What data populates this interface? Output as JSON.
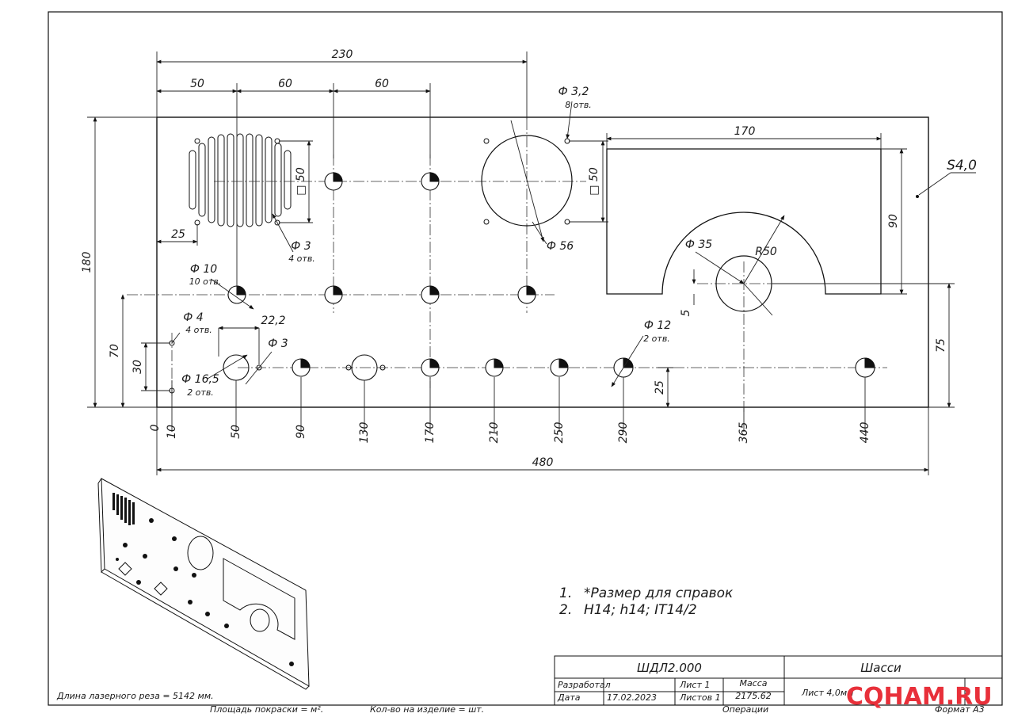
{
  "dims": {
    "d230": "230",
    "d50": "50",
    "d60a": "60",
    "d60b": "60",
    "d170": "170",
    "d480": "480",
    "d180": "180",
    "d70": "70",
    "d30": "30",
    "d90": "90",
    "d75": "75",
    "d25a": "25",
    "d25b": "25",
    "d5": "5",
    "d50sq_a": "□ 50",
    "d50sq_b": "□ 50",
    "d22": "22,2",
    "r50": "R50",
    "s40": "S4,0",
    "phi32": "Ф 3,2",
    "cnt8": "8 отв.",
    "phi3a": "Ф 3",
    "cnt4a": "4 отв.",
    "phi56": "Ф 56",
    "phi10": "Ф 10",
    "cnt10": "10 отв.",
    "phi4": "Ф 4",
    "cnt4b": "4 отв.",
    "phi165": "Ф 16,5",
    "cnt2a": "2 отв.",
    "phi3b": "Ф 3",
    "phi12": "Ф 12",
    "cnt2b": "2 отв.",
    "phi35": "Ф 35"
  },
  "baseline_ticks": [
    "0",
    "10",
    "50",
    "90",
    "130",
    "170",
    "210",
    "250",
    "290",
    "365",
    "440"
  ],
  "notes": {
    "n1_num": "1.",
    "n1": "*Размер для справок",
    "n2_num": "2.",
    "n2": "H14; h14; IT14/2"
  },
  "left_note": "Длина лазерного реза = 5142 мм.",
  "bottom": {
    "area": "Площадь покраски = м².",
    "qty": "Кол-во на изделие = шт.",
    "ops": "Операции",
    "format": "Формат А3"
  },
  "title_block": {
    "code": "ШДЛ2.000",
    "name": "Шасси",
    "developed": "Разработал",
    "date_label": "Дата",
    "date": "17.02.2023",
    "sheet": "Лист 1",
    "sheets": "Листов 1",
    "mass_label": "Масса",
    "mass": "2175.62",
    "material": "Лист 4,0мм"
  },
  "watermark": "CQHAM.RU",
  "colors": {
    "ink": "#111111",
    "watermark": "#e8303a"
  }
}
